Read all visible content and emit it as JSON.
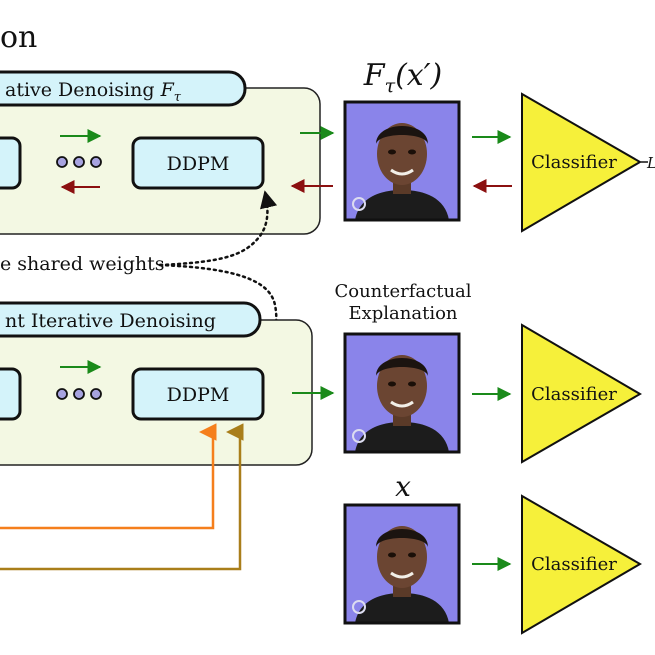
{
  "title_fragment": "on",
  "panels": {
    "top": {
      "tab_text": "ative Denoising ",
      "tab_symbol": "F",
      "tab_subscript": "τ",
      "block_label": "DDPM"
    },
    "middle": {
      "tab_text": "nt Iterative Denoising",
      "block_label": "DDPM"
    }
  },
  "shared_weights_label": "e shared weights",
  "images": {
    "top_label_symbol": "F",
    "top_label_subscript": "τ",
    "top_label_arg": "(x′)",
    "middle_label_line1": "Counterfactual",
    "middle_label_line2": "Explanation",
    "bottom_label": "x"
  },
  "classifier_label": "Classifier",
  "loss_fragment": "L",
  "colors": {
    "panel_fill": "#f3f8e3",
    "ddpm_fill": "#d4f3fa",
    "classifier_fill": "#f6f03a",
    "forward_arrow": "#1a8a1a",
    "backward_arrow": "#8b1010",
    "orange_arrow": "#f57f1c",
    "gold_arrow": "#a97e1a",
    "dot_fill": "#a7a3e0",
    "portrait_bg": "#8a84ea"
  },
  "icons": [
    "ellipsis-dots-icon",
    "face-portrait-icon"
  ]
}
